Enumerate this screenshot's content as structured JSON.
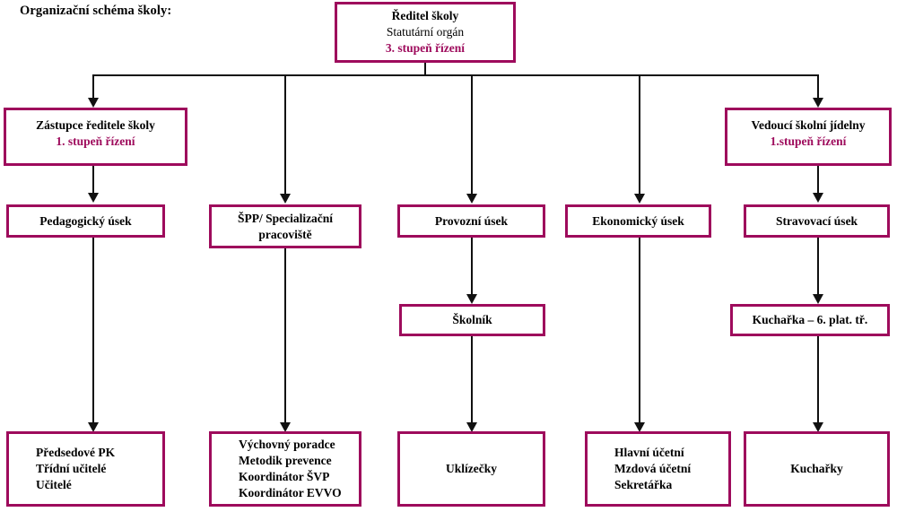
{
  "page": {
    "title": "Organizační schéma školy:",
    "accent_color": "#9E0B5C",
    "line_color": "#111111",
    "background_color": "#FFFFFF"
  },
  "nodes": {
    "director": {
      "line1": "Ředitel školy",
      "line2": "Statutární orgán",
      "line3": "3. stupeň řízení"
    },
    "deputy": {
      "line1": "Zástupce ředitele školy",
      "line2": "1. stupeň řízení"
    },
    "canteen_head": {
      "line1": "Vedoucí školní jídelny",
      "line2": "1.stupeň řízení"
    },
    "pedagogical": {
      "line1": "Pedagogický úsek"
    },
    "spp": {
      "line1": "ŠPP/ Specializační",
      "line2": "pracoviště"
    },
    "operations": {
      "line1": "Provozní úsek"
    },
    "economic": {
      "line1": "Ekonomický úsek"
    },
    "catering": {
      "line1": "Stravovací úsek"
    },
    "janitor": {
      "line1": "Školník"
    },
    "cook_grade": {
      "line1": "Kuchařka – 6. plat. tř."
    },
    "teachers": {
      "line1": "Předsedové PK",
      "line2": "Třídní učitelé",
      "line3": "Učitelé"
    },
    "counselors": {
      "line1": "Výchovný poradce",
      "line2": "Metodik prevence",
      "line3": "Koordinátor ŠVP",
      "line4": "Koordinátor EVVO"
    },
    "cleaners": {
      "line1": "Uklízečky"
    },
    "accounting": {
      "line1": "Hlavní účetní",
      "line2": "Mzdová účetní",
      "line3": "Sekretářka"
    },
    "cooks": {
      "line1": "Kuchařky"
    }
  },
  "chart_data": {
    "type": "diagram",
    "title": "Organizační schéma školy:",
    "levels": [
      {
        "level": 1,
        "items": [
          "Ředitel školy / Statutární orgán / 3. stupeň řízení"
        ]
      },
      {
        "level": 2,
        "items": [
          "Zástupce ředitele školy / 1. stupeň řízení",
          "Vedoucí školní jídelny / 1.stupeň řízení"
        ]
      },
      {
        "level": 3,
        "items": [
          "Pedagogický úsek",
          "ŠPP/ Specializační pracoviště",
          "Provozní úsek",
          "Ekonomický úsek",
          "Stravovací úsek"
        ]
      },
      {
        "level": 4,
        "items": [
          "Školník",
          "Kuchařka – 6. plat. tř."
        ]
      },
      {
        "level": 5,
        "items": [
          "Předsedové PK / Třídní učitelé / Učitelé",
          "Výchovný poradce / Metodik prevence / Koordinátor ŠVP / Koordinátor EVVO",
          "Uklízečky",
          "Hlavní účetní / Mzdová účetní / Sekretářka",
          "Kuchařky"
        ]
      }
    ],
    "edges": [
      {
        "from": "Ředitel školy",
        "to": "Zástupce ředitele školy"
      },
      {
        "from": "Ředitel školy",
        "to": "ŠPP/ Specializační pracoviště"
      },
      {
        "from": "Ředitel školy",
        "to": "Provozní úsek"
      },
      {
        "from": "Ředitel školy",
        "to": "Ekonomický úsek"
      },
      {
        "from": "Ředitel školy",
        "to": "Vedoucí školní jídelny"
      },
      {
        "from": "Zástupce ředitele školy",
        "to": "Pedagogický úsek"
      },
      {
        "from": "Vedoucí školní jídelny",
        "to": "Stravovací úsek"
      },
      {
        "from": "Pedagogický úsek",
        "to": "Předsedové PK / Třídní učitelé / Učitelé"
      },
      {
        "from": "ŠPP/ Specializační pracoviště",
        "to": "Výchovný poradce / Metodik prevence / Koordinátor ŠVP / Koordinátor EVVO"
      },
      {
        "from": "Provozní úsek",
        "to": "Školník"
      },
      {
        "from": "Školník",
        "to": "Uklízečky"
      },
      {
        "from": "Ekonomický úsek",
        "to": "Hlavní účetní / Mzdová účetní / Sekretářka"
      },
      {
        "from": "Stravovací úsek",
        "to": "Kuchařka – 6. plat. tř."
      },
      {
        "from": "Kuchařka – 6. plat. tř.",
        "to": "Kuchařky"
      }
    ]
  }
}
